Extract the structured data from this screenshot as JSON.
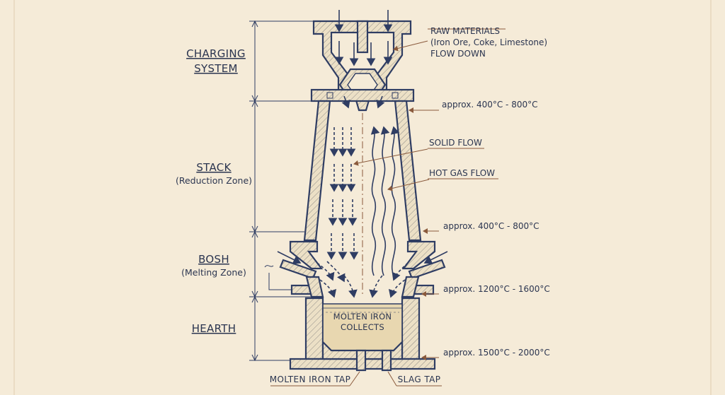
{
  "zones": {
    "charging": {
      "line1": "CHARGING",
      "line2": "SYSTEM"
    },
    "stack": {
      "title": "STACK",
      "sub": "(Reduction Zone)"
    },
    "bosh": {
      "title": "BOSH",
      "sub": "(Melting Zone)"
    },
    "hearth": {
      "title": "HEARTH"
    }
  },
  "annotations": {
    "raw_materials": {
      "line1": "RAW MATERIALS",
      "line2": "(Iron Ore, Coke, Limestone)",
      "line3": "FLOW DOWN"
    },
    "temp_top": "approx. 400°C - 800°C",
    "solid_flow": "SOLID FLOW",
    "hot_gas_flow": "HOT GAS FLOW",
    "temp_stack_bottom": "approx. 400°C - 800°C",
    "temp_bosh": "approx. 1200°C - 1600°C",
    "temp_hearth": "approx. 1500°C - 2000°C"
  },
  "hearth_content": {
    "line1": "MOLTEN IRON",
    "line2": "COLLECTS"
  },
  "taps": {
    "molten_iron": "MOLTEN IRON TAP",
    "slag": "SLAG TAP"
  },
  "colors": {
    "paper": "#f5ebd8",
    "ink": "#2f3d63",
    "leader": "#8a5a3c",
    "molten": "#e8d7b0"
  }
}
